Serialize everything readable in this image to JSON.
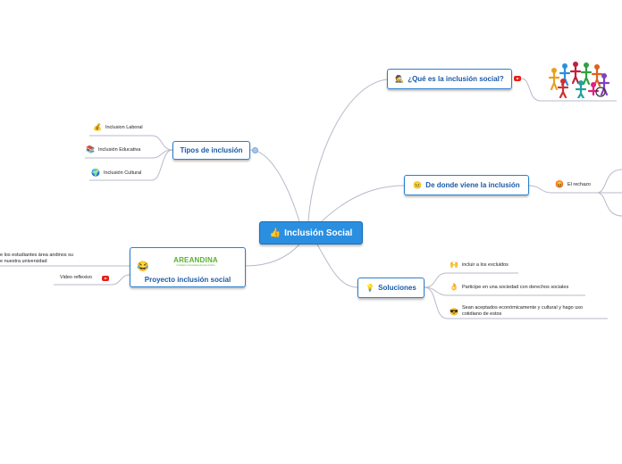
{
  "central": {
    "label": "Inclusión Social",
    "icon": "thumbs-up-icon"
  },
  "branches": {
    "que_es": {
      "label": "¿Qué es la inclusión social?",
      "icon": "person-icon"
    },
    "tipos": {
      "label": "Tipos de inclusión",
      "items": [
        {
          "label": "Inclusion Laboral",
          "icon": "money-bag-icon"
        },
        {
          "label": "Inclusión Educativa",
          "icon": "books-icon"
        },
        {
          "label": "Inclusión Cultural",
          "icon": "globe-icon"
        }
      ]
    },
    "donde": {
      "label": "De donde viene la inclusión",
      "icon": "smiley-icon",
      "items": [
        {
          "label": "El rechazo",
          "icon": "red-face-icon"
        }
      ]
    },
    "soluciones": {
      "label": "Soluciones",
      "icon": "lightbulb-icon",
      "items": [
        {
          "label": "incluir a los excluidos",
          "icon": "raised-hands-icon"
        },
        {
          "label": "Participe en una sociedad con derechos sociales",
          "icon": "ok-hand-icon"
        },
        {
          "label": "Sean aceptados económicamente y cultural y hago uso",
          "label2": "cotidiano de estos",
          "icon": "cool-face-icon"
        }
      ]
    },
    "proyecto": {
      "label": "Proyecto inclusión social",
      "icon": "emoji-face-icon",
      "logo_text": "AREANDINA",
      "logo_sub": "Fundación Universitaria del Área Andina",
      "items": [
        {
          "label": "e los estudiantes área andinos su",
          "label2": "e nuestra universidad"
        },
        {
          "label": "Video reflexivo"
        }
      ]
    }
  },
  "colors": {
    "accent": "#2a8fe0",
    "text": "#1a5aa8",
    "line": "#b9b9c9"
  }
}
